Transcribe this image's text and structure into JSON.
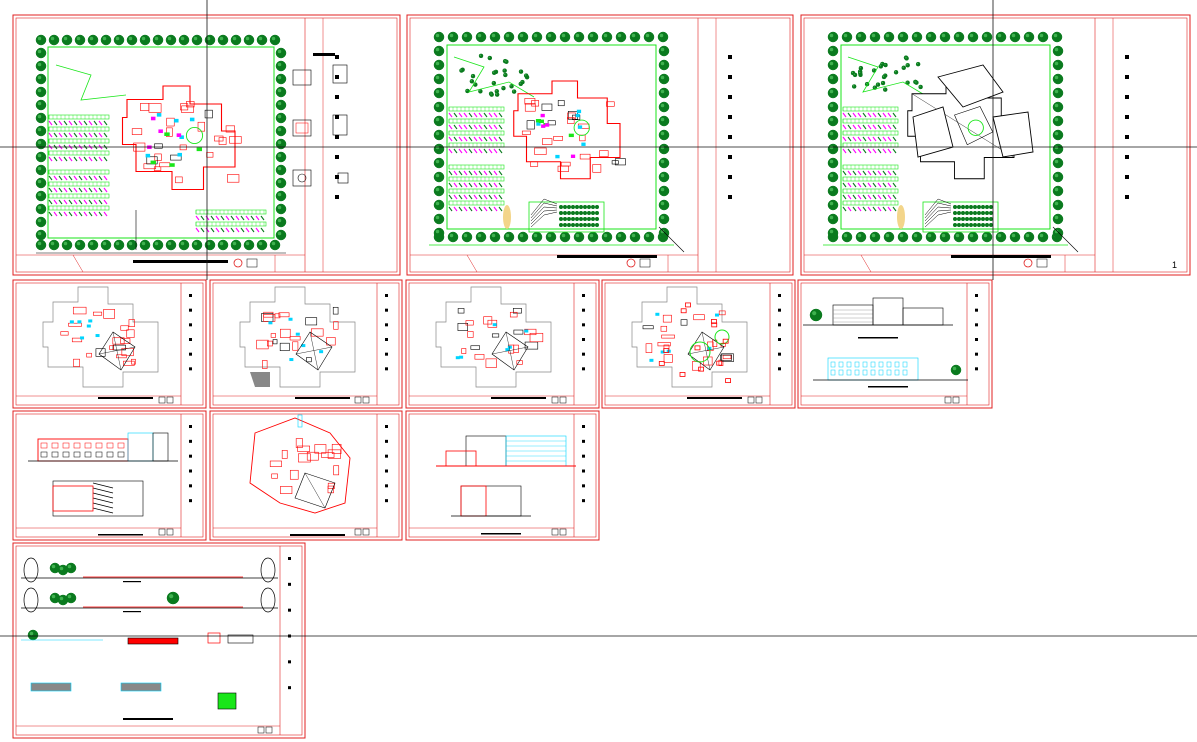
{
  "canvas": {
    "background": "#ffffff"
  },
  "colors": {
    "frame": "#e02020",
    "ink": "#000000",
    "wall": "#ff0000",
    "tree": "#0a7a1e",
    "lawn": "#19e619",
    "accent": "#ff00ff",
    "water": "#00d5ff",
    "sand": "#f3d58a",
    "gray": "#888888"
  },
  "sheets": [
    {
      "kind": "site-plan-annotated"
    },
    {
      "kind": "site-plan"
    },
    {
      "kind": "site-plan-roof",
      "sheet_number": "1"
    },
    {
      "kind": "floor-plan-ground"
    },
    {
      "kind": "floor-plan-shaded"
    },
    {
      "kind": "floor-plan-small"
    },
    {
      "kind": "floor-plan-detailed"
    },
    {
      "kind": "elevations"
    },
    {
      "kind": "elevation-section"
    },
    {
      "kind": "floor-plan-upper"
    },
    {
      "kind": "section-elevation"
    },
    {
      "kind": "site-sections-details"
    }
  ]
}
